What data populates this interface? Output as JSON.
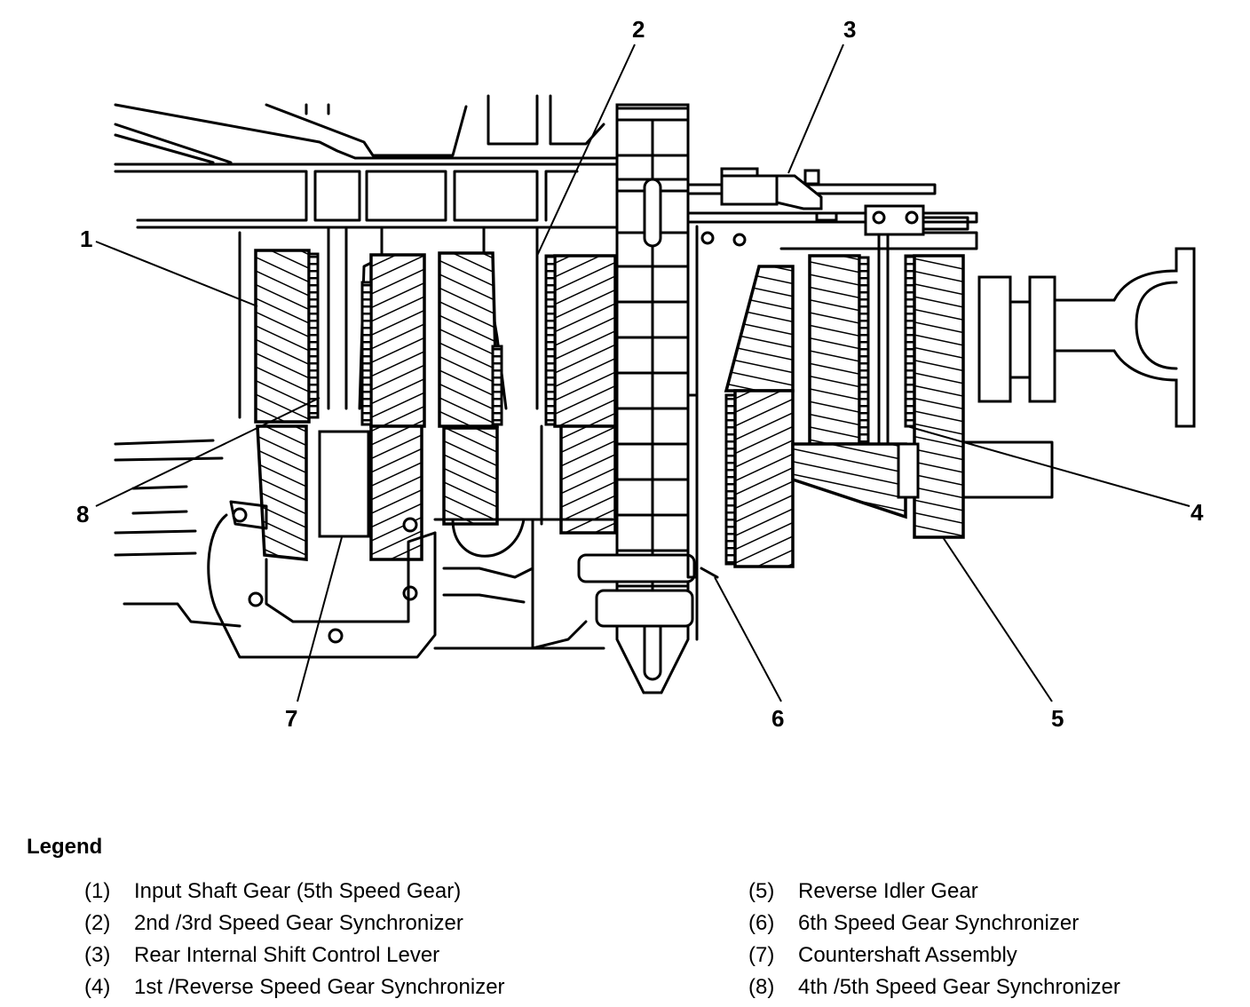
{
  "diagram": {
    "title": "Transmission cross-section (gear train)",
    "callouts": [
      {
        "number": "1"
      },
      {
        "number": "2"
      },
      {
        "number": "3"
      },
      {
        "number": "4"
      },
      {
        "number": "5"
      },
      {
        "number": "6"
      },
      {
        "number": "7"
      },
      {
        "number": "8"
      }
    ]
  },
  "legend": {
    "title": "Legend",
    "items": [
      {
        "number": "(1)",
        "label": "Input Shaft Gear (5th Speed Gear)"
      },
      {
        "number": "(2)",
        "label": "2nd /3rd Speed Gear Synchronizer"
      },
      {
        "number": "(3)",
        "label": "Rear Internal Shift Control Lever"
      },
      {
        "number": "(4)",
        "label": "1st /Reverse Speed Gear Synchronizer"
      },
      {
        "number": "(5)",
        "label": "Reverse Idler Gear"
      },
      {
        "number": "(6)",
        "label": "6th Speed Gear Synchronizer"
      },
      {
        "number": "(7)",
        "label": "Countershaft Assembly"
      },
      {
        "number": "(8)",
        "label": "4th /5th Speed Gear Synchronizer"
      }
    ]
  }
}
